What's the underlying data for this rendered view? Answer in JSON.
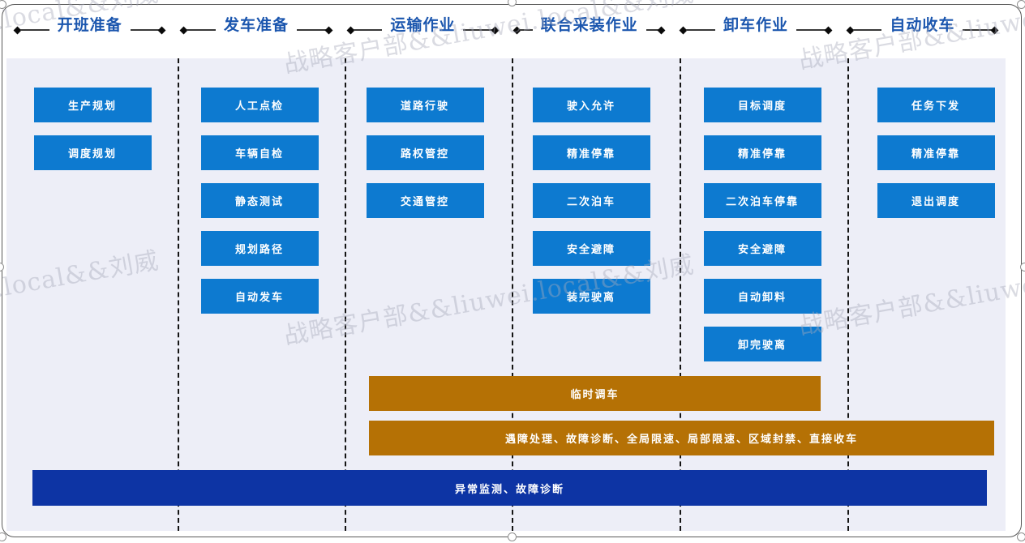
{
  "watermark": {
    "text": "战略客户部&&liuwei.local&&刘威"
  },
  "stages": [
    {
      "title": "开班准备",
      "boxes": [
        "生产规划",
        "调度规划"
      ]
    },
    {
      "title": "发车准备",
      "boxes": [
        "人工点检",
        "车辆自检",
        "静态测试",
        "规划路径",
        "自动发车"
      ]
    },
    {
      "title": "运输作业",
      "boxes": [
        "道路行驶",
        "路权管控",
        "交通管控"
      ]
    },
    {
      "title": "联合采装作业",
      "boxes": [
        "驶入允许",
        "精准停靠",
        "二次泊车",
        "安全避障",
        "装完驶离"
      ]
    },
    {
      "title": "卸车作业",
      "boxes": [
        "目标调度",
        "精准停靠",
        "二次泊车停靠",
        "安全避障",
        "自动卸料",
        "卸完驶离"
      ]
    },
    {
      "title": "自动收车",
      "boxes": [
        "任务下发",
        "精准停靠",
        "退出调度"
      ]
    }
  ],
  "overlay_bars": {
    "temporary_dispatch": "临时调车",
    "exception_handling": "遇障处理、故障诊断、全局限速、局部限速、区域封禁、直接收车",
    "anomaly_monitoring": "异常监测、故障诊断"
  },
  "colors": {
    "process_box_blue": "#0d7ad0",
    "overlay_orange": "#b57105",
    "monitoring_navy": "#0d34a4",
    "header_text_blue": "#1b56ae",
    "panel_background": "#edeef7"
  }
}
